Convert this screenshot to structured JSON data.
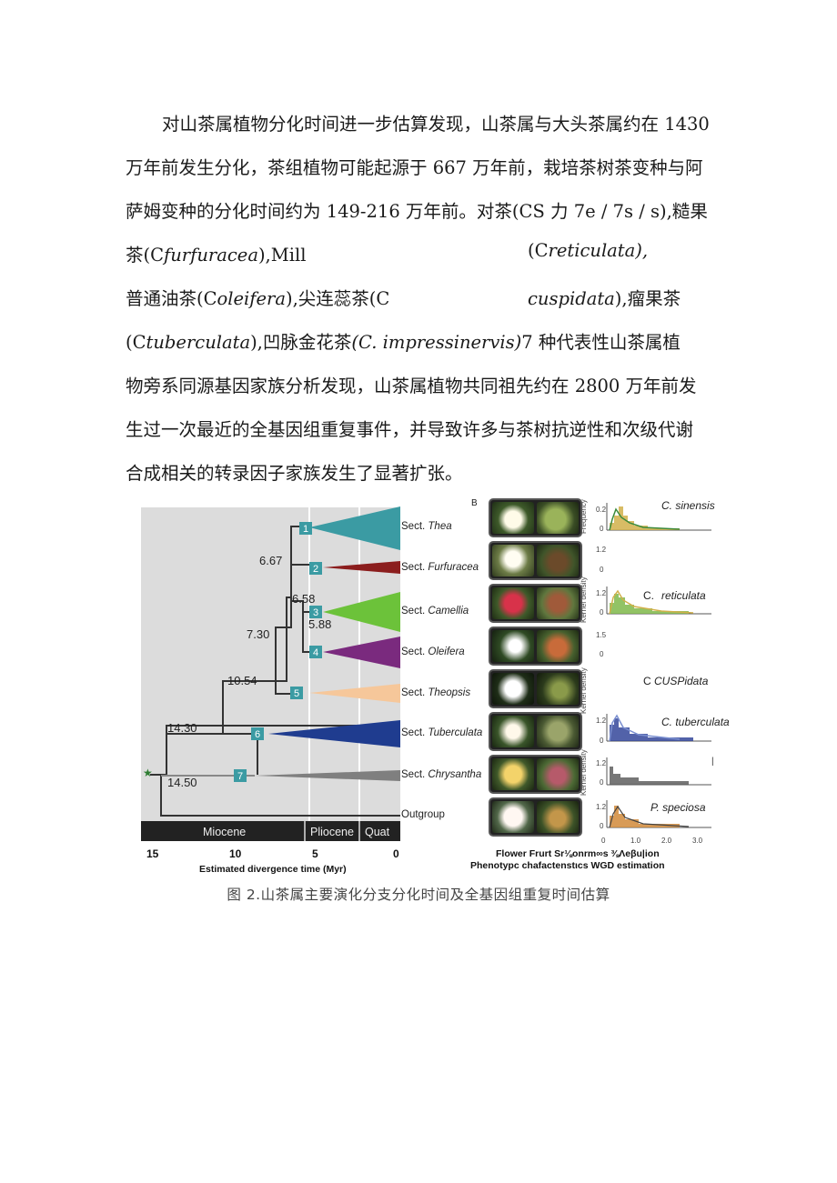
{
  "paragraph": {
    "line1": "对山茶属植物分化时间进一步估算发现，山茶属与大头茶属约在 1430",
    "line2": "万年前发生分化，茶组植物可能起源于 667 万年前，栽培茶树茶变种与阿",
    "line3": "萨姆变种的分化时间约为 149-216 万年前。对茶(CS 力 7e / 7s / s),糙果",
    "line4a": "茶(C",
    "line4b": "furfuracea",
    "line4c": "),Mill",
    "line4d": "(C",
    "line4e": "reticulata),",
    "line5a": "普通油茶(C",
    "line5b": "oleifera",
    "line5c": "),尖连蕊茶(C",
    "line5d": "cuspidata",
    "line5e": "),瘤果茶",
    "line6a": "(C",
    "line6b": "tuberculata",
    "line6c": "),凹脉金花茶",
    "line6d": "(C. impressinervis)",
    "line6e": "7 种代表性山茶属植",
    "line7": "物旁系同源基因家族分析发现，山茶属植物共同祖先约在 2800 万年前发",
    "line8": "生过一次最近的全基因组重复事件，并导致许多与茶树抗逆性和次级代谢",
    "line9": "合成相关的转录因子家族发生了显著扩张。"
  },
  "figure": {
    "panel_b": "B",
    "clades": [
      {
        "num": "1",
        "prefix": "Sect. ",
        "name": "Thea",
        "color": "#3b9ba3"
      },
      {
        "num": "2",
        "prefix": "Sect. ",
        "name": "Furfuracea",
        "color": "#8b1d1d"
      },
      {
        "num": "3",
        "prefix": "Sect. ",
        "name": "Camellia",
        "color": "#6cc23a"
      },
      {
        "num": "4",
        "prefix": "Sect. ",
        "name": "Oleifera",
        "color": "#7a2a7e"
      },
      {
        "num": "5",
        "prefix": "Sect. ",
        "name": "Theopsis",
        "color": "#f6c79a"
      },
      {
        "num": "6",
        "prefix": "Sect. ",
        "name": "Tuberculata",
        "color": "#1f3c8f"
      },
      {
        "num": "7",
        "prefix": "Sect. ",
        "name": "Chrysantha",
        "color": "#7f7f7f"
      }
    ],
    "outgroup": "Outgroup",
    "node_ages": [
      "6.67",
      "6.58",
      "5.88",
      "7.30",
      "10.54",
      "14.30",
      "14.50"
    ],
    "epochs": [
      "Miocene",
      "Pliocene",
      "Quat"
    ],
    "axis_ticks": [
      "15",
      "10",
      "5",
      "0"
    ],
    "axis_label": "Estimated divergence time (Myr)",
    "col_header_1": "Flower Frurt Sr⅛onrm∞s ⅜Λeβu|ion",
    "col_header_2": "Phenotypc chafactenstιcs WGD estimation",
    "hist_labels": [
      "C. sinensis",
      "C.",
      "reticulata",
      "C",
      "CUSPidata",
      "C. tuberculata",
      "P. speciosa"
    ],
    "y_axis_labels": [
      "Frequency",
      "Kernel density",
      "Kernel density",
      "Kernel density"
    ],
    "hist_ticks": [
      "0.2",
      "0",
      "1.2",
      "0",
      "1.2",
      "0",
      "1.5",
      "0",
      "1.2",
      "0",
      "1.2",
      "0",
      "1.2",
      "0"
    ],
    "hist_x_ticks": [
      "0",
      "1.0",
      "2.0",
      "3.0"
    ],
    "stray_mark": "|"
  },
  "caption": "图 2.山茶属主要演化分支分化时间及全基因组重复时间估算"
}
